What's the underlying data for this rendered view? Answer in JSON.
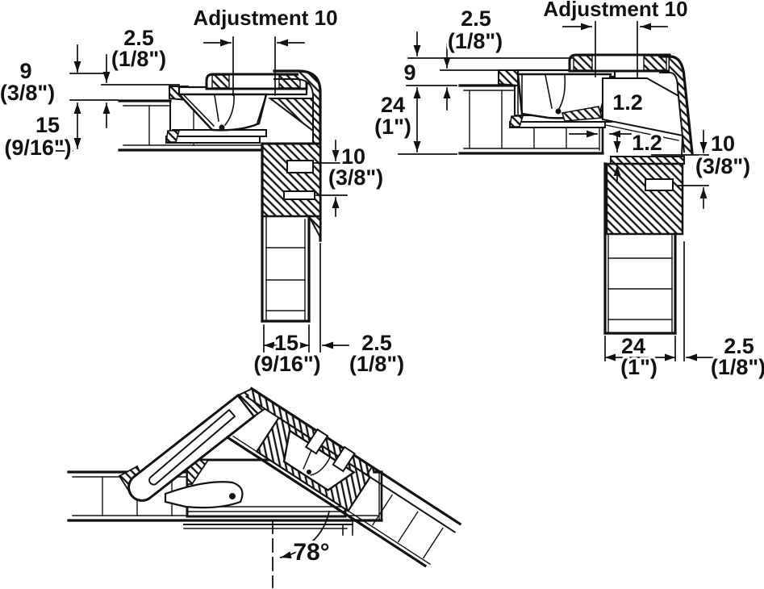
{
  "drawing_type": "hinge cross-section technical drawing",
  "line_color": "#111111",
  "diagrams": {
    "left": {
      "adjustment": "Adjustment 10",
      "top_gap_mm": "2.5",
      "top_gap_in": "(1/8\")",
      "reveal_mm": "9",
      "reveal_in": "(3/8\")",
      "panel_thickness_mm": "15",
      "panel_thickness_in": "(9/16\")",
      "drilling_mm": "10",
      "drilling_in": "(3/8\")",
      "door_thickness_mm": "15",
      "door_thickness_in": "(9/16\")",
      "side_gap_mm": "2.5",
      "side_gap_in": "(1/8\")"
    },
    "right": {
      "adjustment": "Adjustment 10",
      "top_gap_mm": "2.5",
      "top_gap_in": "(1/8\")",
      "reveal_mm": "9",
      "panel_thickness_mm": "24",
      "panel_thickness_in": "(1\")",
      "clearance_top": "1.2",
      "clearance_bottom": "1.2",
      "drilling_mm": "10",
      "drilling_in": "(3/8\")",
      "door_thickness_mm": "24",
      "door_thickness_in": "(1\")",
      "side_gap_mm": "2.5",
      "side_gap_in": "(1/8\")"
    },
    "opening": {
      "angle": "78°"
    }
  }
}
